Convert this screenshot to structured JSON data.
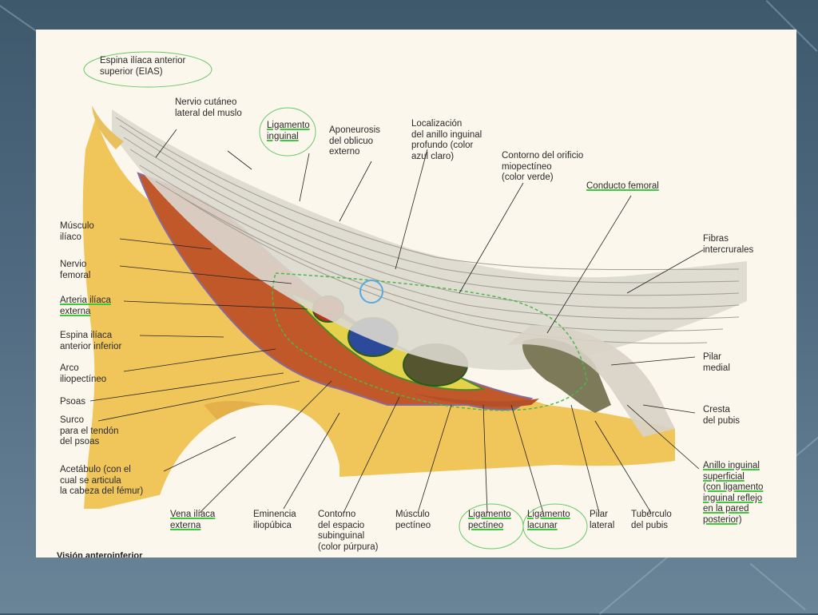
{
  "labels": {
    "eias": "Espina ilíaca anterior\nsuperior (EIAS)",
    "nervio_cutaneo": "Nervio cutáneo\nlateral del muslo",
    "ligamento_inguinal": "Ligamento\ninguinal",
    "aponeurosis": "Aponeurosis\ndel oblicuo\nexterno",
    "localizacion": "Localización\ndel anillo inguinal\nprofundo (color\nazul claro)",
    "contorno_orificio": "Contorno del orificio\nmiopectíneo\n(color verde)",
    "conducto_femoral": "Conducto femoral",
    "fibras": "Fibras\nintercrurales",
    "musculo_iliaco": "Músculo\nilíaco",
    "nervio_femoral": "Nervio\nfemoral",
    "arteria": "Arteria ilíaca\nexterna",
    "espina_inferior": "Espina ilíaca\nanterior inferior",
    "arco": "Arco\niliopectíneo",
    "psoas": "Psoas",
    "surco": "Surco\npara el tendón\ndel psoas",
    "acetabulo": "Acetábulo (con el\ncual se articula\nla cabeza del fémur)",
    "vena": "Vena ilíaca\nexterna",
    "eminencia": "Eminencia\niliopúbica",
    "contorno_espacio": "Contorno\ndel espacio\nsubinguinal\n(color púrpura)",
    "musculo_pectineo": "Músculo\npectíneo",
    "ligamento_pectineo": "Ligamento\npectíneo",
    "ligamento_lacunar": "Ligamento\nlacunar",
    "pilar_lateral": "Pilar\nlateral",
    "tuberculo": "Tubérculo\ndel pubis",
    "pilar_medial": "Pilar\nmedial",
    "cresta": "Cresta\ndel pubis",
    "anillo": "Anillo inguinal\nsuperficial\n(con ligamento\ninguinal reflejo\nen la pared\nposterior)",
    "caption": "Visión anteroinferior"
  },
  "colors": {
    "background": "#4a6478",
    "bone": "#f0c65a",
    "muscle": "#c0582a",
    "artery": "#b8321c",
    "vein": "#2c4a9a",
    "canal": "#555530",
    "highlight": "#3ec83e"
  }
}
